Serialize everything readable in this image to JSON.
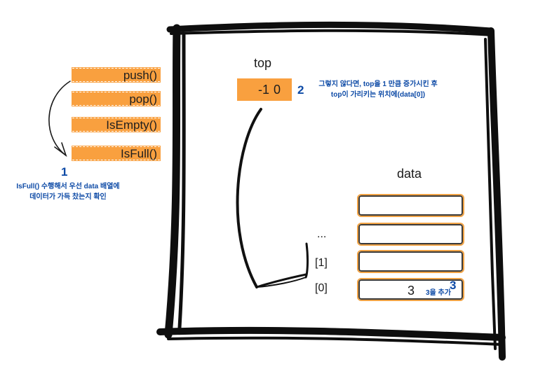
{
  "methods": [
    "push()",
    "pop()",
    "IsEmpty()",
    "IsFull()"
  ],
  "top": {
    "label": "top",
    "old_value": "-1",
    "new_value": "0"
  },
  "step1": {
    "number": "1",
    "note_line1": "IsFull() 수행해서 우선 data 배열에",
    "note_line2": "데이터가 가득 찼는지 확인"
  },
  "step2": {
    "number": "2",
    "note_line1": "그렇지 않다면, top을 1 만큼 증가시킨 후",
    "note_line2": "top이 가리키는 위치에(data[0])"
  },
  "step3": {
    "number": "3",
    "note": "3을 추가"
  },
  "data": {
    "label": "data",
    "indices": [
      "...",
      "[1]",
      "[0]"
    ],
    "cell_value": "3"
  },
  "colors": {
    "accent": "#f9a03f",
    "note": "#0d4aa6",
    "frame": "#0e0e0e"
  }
}
